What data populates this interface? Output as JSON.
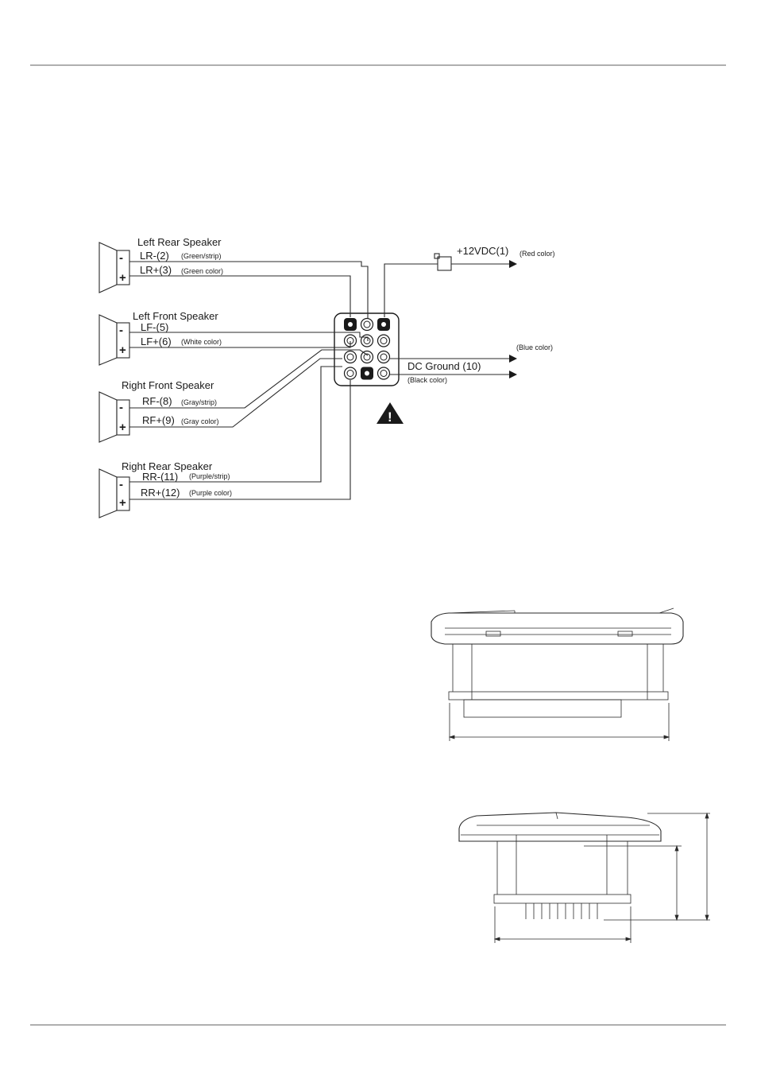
{
  "speakers": [
    {
      "title": "Left Rear Speaker",
      "minus": {
        "label": "LR-(2)",
        "color": "(Green/strip)"
      },
      "plus": {
        "label": "LR+(3)",
        "color": "(Green color)"
      }
    },
    {
      "title": "Left Front Speaker",
      "minus": {
        "label": "LF-(5)",
        "color": ""
      },
      "plus": {
        "label": "LF+(6)",
        "color": "(White color)"
      }
    },
    {
      "title": "Right Front Speaker",
      "minus": {
        "label": "RF-(8)",
        "color": "(Gray/strip)"
      },
      "plus": {
        "label": "RF+(9)",
        "color": "(Gray color)"
      }
    },
    {
      "title": "Right Rear Speaker",
      "minus": {
        "label": "RR-(11)",
        "color": "(Purple/strip)"
      },
      "plus": {
        "label": "RR+(12)",
        "color": "(Purple color)"
      }
    }
  ],
  "terminal_signs": {
    "minus": "-",
    "plus": "+"
  },
  "power": {
    "label": "+12VDC(1)",
    "color": "(Red color)"
  },
  "blue_wire": {
    "color": "(Blue color)"
  },
  "ground": {
    "label": "DC Ground (10)",
    "color": "(Black color)"
  },
  "warning": {
    "sign": "!"
  },
  "connector": {
    "rows": 4,
    "cols": 3
  }
}
